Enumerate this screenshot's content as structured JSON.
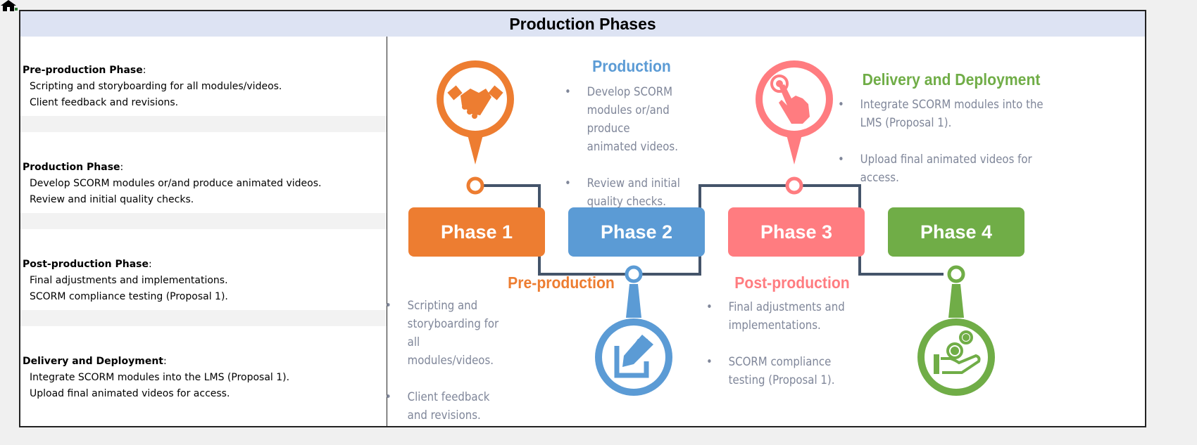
{
  "title": "Production Phases",
  "left_sections": [
    {
      "heading": "Pre-production Phase",
      "suffix": ":",
      "lines": [
        "Scripting and storyboarding for all modules/videos.",
        "Client feedback and revisions."
      ]
    },
    {
      "heading": "Production Phase",
      "suffix": ":",
      "lines": [
        "Develop SCORM modules or/and produce animated videos.",
        "Review and initial quality checks."
      ]
    },
    {
      "heading": "Post-production Phase",
      "suffix": ":",
      "lines": [
        "Final adjustments and implementations.",
        "SCORM compliance testing (Proposal 1)."
      ]
    },
    {
      "heading": "Delivery and Deployment",
      "suffix": ":",
      "lines": [
        "Integrate SCORM modules into the LMS (Proposal 1).",
        "Upload final animated videos for access."
      ]
    }
  ],
  "phases": [
    {
      "box_label": "Phase 1",
      "title": "Pre-production",
      "color": "#ed7d31",
      "icon": "handshake-icon",
      "bullets": [
        "Scripting and storyboarding for all modules/videos.",
        "Client feedback and revisions."
      ]
    },
    {
      "box_label": "Phase 2",
      "title": "Production",
      "color": "#5b9bd5",
      "icon": "edit-icon",
      "bullets": [
        "Develop SCORM modules or/and produce animated videos.",
        "Review and initial quality checks."
      ]
    },
    {
      "box_label": "Phase 3",
      "title": "Post-production",
      "color": "#ff7c80",
      "icon": "touch-hand-icon",
      "bullets": [
        "Final adjustments and implementations.",
        "SCORM compliance testing (Proposal 1)."
      ]
    },
    {
      "box_label": "Phase 4",
      "title": "Delivery and Deployment",
      "color": "#70ad47",
      "icon": "coins-hand-icon",
      "bullets": [
        "Integrate SCORM modules into the LMS (Proposal 1).",
        "Upload final animated videos for access."
      ]
    }
  ],
  "connector_color": "#44546a"
}
